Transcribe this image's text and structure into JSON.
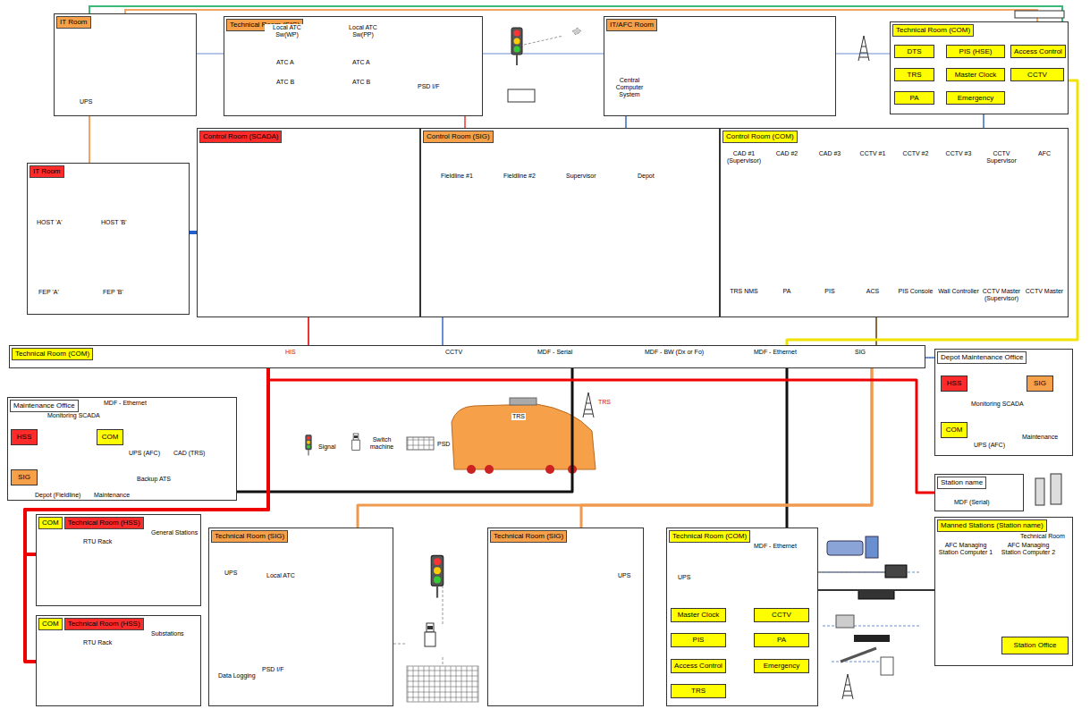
{
  "diagram": {
    "nodes": [
      {
        "text": [
          "IT Room"
        ]
      },
      {
        "text": [
          "Technical Room (SIG)"
        ]
      },
      {
        "text": [
          "IT/AFC Room"
        ]
      },
      {
        "text": [
          "Technical Room (COM)"
        ]
      },
      {
        "text": [
          "DTS"
        ],
        "in": 3
      },
      {
        "text": [
          "PIS (HSE)"
        ],
        "in": 3
      },
      {
        "text": [
          "Access Control"
        ],
        "in": 3
      },
      {
        "text": [
          "TRS"
        ],
        "in": 3
      },
      {
        "text": [
          "Master Clock"
        ],
        "in": 3
      },
      {
        "text": [
          "CCTV"
        ],
        "in": 3
      },
      {
        "text": [
          "PA"
        ],
        "in": 3
      },
      {
        "text": [
          "Emergency"
        ],
        "in": 3
      },
      {
        "text": [
          "IT Room"
        ]
      },
      {
        "text": [
          "Control Room (SCADA)"
        ]
      },
      {
        "text": [
          "Control Room (SIG)"
        ]
      },
      {
        "text": [
          "Control Room (COM)"
        ]
      },
      {
        "text": [
          "Technical Room (COM)"
        ]
      },
      {
        "text": [
          "Maintenance Office"
        ]
      },
      {
        "text": [
          "HSS"
        ],
        "in": 17
      },
      {
        "text": [
          "COM"
        ],
        "in": 17
      },
      {
        "text": [
          "SIG"
        ],
        "in": 17
      },
      {
        "text": [
          "Depot Maintenance Office"
        ]
      },
      {
        "text": [
          "HSS"
        ],
        "in": 21
      },
      {
        "text": [
          "SIG"
        ],
        "in": 21
      },
      {
        "text": [
          "COM"
        ],
        "in": 21
      },
      {
        "text": [
          "Station name"
        ]
      },
      {
        "text": [
          "Manned Stations (Station name)"
        ]
      },
      {
        "text": [
          "Station Office"
        ],
        "in": 26
      },
      {
        "text": [
          "COM",
          "Technical Room (HSS)"
        ]
      },
      {
        "text": [
          "COM",
          "Technical Room (HSS)"
        ]
      },
      {
        "text": [
          "Technical Room (SIG)"
        ]
      },
      {
        "text": [
          "Technical Room (SIG)"
        ]
      },
      {
        "text": [
          "Technical Room (COM)"
        ]
      },
      {
        "text": [
          "Master Clock"
        ],
        "in": 32
      },
      {
        "text": [
          "CCTV"
        ],
        "in": 32
      },
      {
        "text": [
          "PIS"
        ],
        "in": 32
      },
      {
        "text": [
          "PA"
        ],
        "in": 32
      },
      {
        "text": [
          "Access Control"
        ],
        "in": 32
      },
      {
        "text": [
          "Emergency"
        ],
        "in": 32
      },
      {
        "text": [
          "TRS"
        ],
        "in": 32
      }
    ],
    "edges": [
      {
        "from": 13,
        "to": 16,
        "arrow": "none"
      },
      {
        "from": 14,
        "to": 16,
        "arrow": "none"
      },
      {
        "from": 15,
        "to": 16,
        "arrow": "none"
      },
      {
        "from": 16,
        "to": 17,
        "arrow": "none"
      },
      {
        "from": 16,
        "to": 32,
        "arrow": "none"
      },
      {
        "from": 16,
        "to": 30,
        "arrow": "none"
      },
      {
        "from": 16,
        "to": 31,
        "arrow": "none"
      },
      {
        "from": 16,
        "to": 28,
        "arrow": "none"
      },
      {
        "from": 16,
        "to": 29,
        "arrow": "none"
      },
      {
        "from": 16,
        "to": 25,
        "arrow": "none"
      },
      {
        "from": 16,
        "to": 21,
        "arrow": "none"
      },
      {
        "from": 32,
        "to": 26,
        "arrow": "none"
      },
      {
        "from": 3,
        "to": 15,
        "arrow": "none"
      },
      {
        "from": 2,
        "to": 14,
        "arrow": "none"
      },
      {
        "from": 1,
        "to": 14,
        "arrow": "none"
      },
      {
        "from": 0,
        "to": 12,
        "arrow": "none"
      },
      {
        "from": 12,
        "to": 13,
        "arrow": "none"
      },
      {
        "from": 3,
        "to": 16,
        "arrow": "none"
      }
    ],
    "labels": [
      "Local ATC Sw(WP)",
      "ATC A",
      "ATC B",
      "Local ATC Sw(PP)",
      "ATC A",
      "ATC B",
      "PSD I/F",
      "UPS",
      "Central Computer System",
      "HOST 'A'",
      "HOST 'B'",
      "FEP 'A'",
      "FEP 'B'",
      "Fieldline #1",
      "Fieldline #2",
      "Supervisor",
      "Depot",
      "CAD #1 (Supervisor)",
      "CAD #2",
      "CAD #3",
      "CCTV #1",
      "CCTV #2",
      "CCTV #3",
      "CCTV Supervisor",
      "AFC",
      "TRS NMS",
      "PA",
      "PIS",
      "ACS",
      "PIS Console",
      "Wall Controller",
      "CCTV Master (Supervisor)",
      "CCTV Master",
      "HIS",
      "CCTV",
      "MDF - Serial",
      "MDF - BW (Dx or Fo)",
      "MDF - Ethernet",
      "SIG",
      "MDF - Ethernet",
      "Monitoring SCADA",
      "UPS (AFC)",
      "CAD (TRS)",
      "Depot (Fieldline)",
      "Maintenance",
      "Backup ATS",
      "Signal",
      "Switch machine",
      "PSD",
      "TRS",
      "TRS",
      "Monitoring SCADA",
      "UPS (AFC)",
      "Maintenance",
      "MDF (Serial)",
      "Technical Room",
      "AFC Managing Station Computer 1",
      "AFC Managing Station Computer 2",
      "General Stations",
      "RTU Rack",
      "Substations",
      "RTU Rack",
      "UPS",
      "Local ATC",
      "Data Logging",
      "PSD I/F",
      "UPS",
      "MDF - Ethernet",
      "UPS"
    ]
  }
}
